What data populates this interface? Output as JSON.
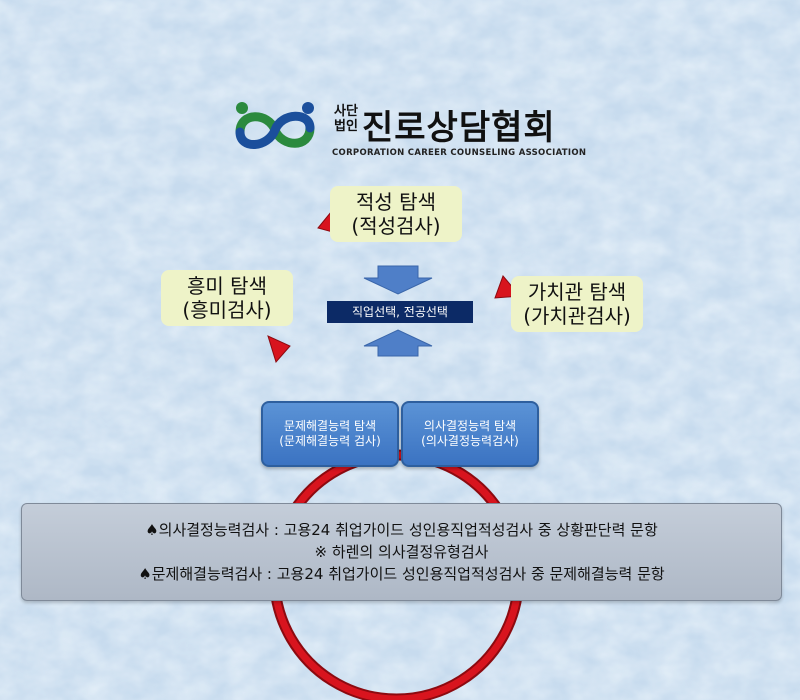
{
  "logo": {
    "sub_line1": "사단",
    "sub_line2": "법인",
    "name": "진로상담협회",
    "english": "CORPORATION CAREER COUNSELING ASSOCIATION"
  },
  "diagram": {
    "top_node": {
      "line1": "적성 탐색",
      "line2": "(적성검사)"
    },
    "left_node": {
      "line1": "흥미 탐색",
      "line2": "(흥미검사)"
    },
    "right_node": {
      "line1": "가치관 탐색",
      "line2": "(가치관검사)"
    },
    "center_label": "직업선택, 전공선택",
    "bottom_left_box": {
      "line1": "문제해결능력 탐색",
      "line2": "(문제해결능력 검사)"
    },
    "bottom_right_box": {
      "line1": "의사결정능력 탐색",
      "line2": "(의사결정능력검사)"
    }
  },
  "notes": [
    "♠의사결정능력검사 : 고용24 취업가이드 성인용직업적성검사 중 상황판단력 문항",
    "※ 하렌의 의사결정유형검사",
    "♠문제해결능력검사 : 고용24 취업가이드 성인용직업적성검사 중 문제해결능력 문항"
  ],
  "colors": {
    "cycle_arrow": "#d0101a",
    "node_fill": "#eef3c8",
    "center_label_fill": "#0c2a66",
    "box_fill": "#4a84cc",
    "block_arrow": "#4f7fc8"
  }
}
